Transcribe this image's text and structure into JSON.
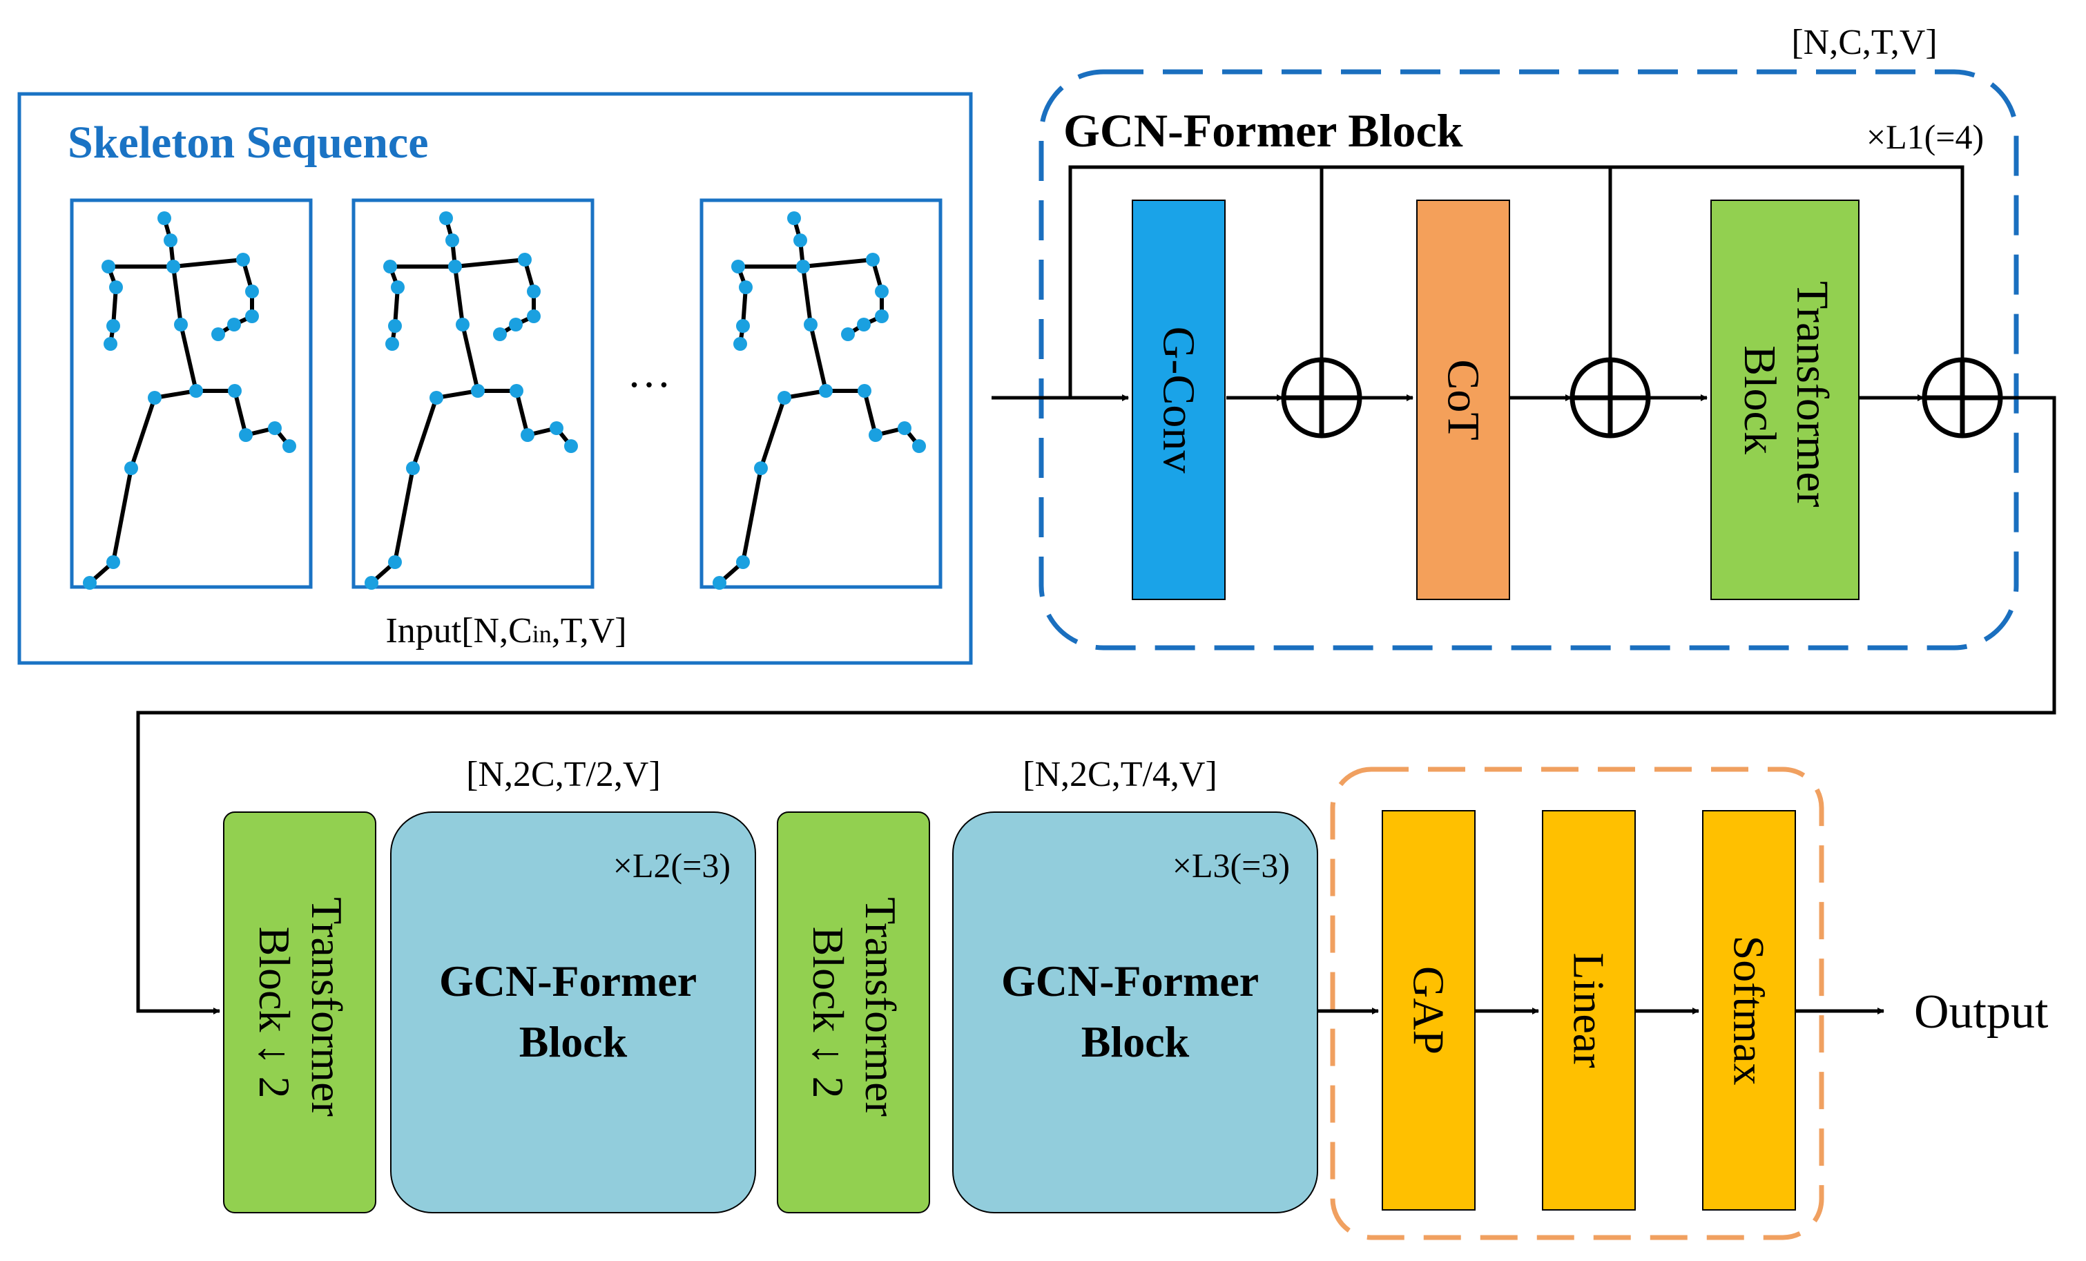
{
  "colors": {
    "panel_border": "#1a73c4",
    "gcn_block_border": "#1a6fbf",
    "head_border": "#f0a060",
    "joint": "#1aa0e0",
    "bone": "#000000",
    "gconv": "#1aa3e8",
    "cot": "#f4a05a",
    "transformer": "#92d050",
    "gcn_former": "#92cddc",
    "head_block": "#ffc000",
    "line": "#000000"
  },
  "input_panel": {
    "title": "Skeleton Sequence",
    "ellipsis": "…",
    "input_label_pre": "Input[N,C",
    "input_label_sub": "in",
    "input_label_post": ",T,V]",
    "frame_count": 3
  },
  "gcn_former_block": {
    "title": "GCN-Former Block",
    "shape": "[N,C,T,V]",
    "repeat": "×L1(=4)",
    "gconv": "G-Conv",
    "cot": "CoT",
    "transformer_line1": "Transformer",
    "transformer_line2": "Block"
  },
  "stage2": {
    "transformer_line1": "Transformer",
    "transformer_line2": "Block ↓ 2",
    "shape": "[N,2C,T/2,V]",
    "repeat": "×L2(=3)",
    "block_line1": "GCN-Former",
    "block_line2": "Block"
  },
  "stage3": {
    "transformer_line1": "Transformer",
    "transformer_line2": "Block ↓ 2",
    "shape": "[N,2C,T/4,V]",
    "repeat": "×L3(=3)",
    "block_line1": "GCN-Former",
    "block_line2": "Block"
  },
  "head": {
    "gap": "GAP",
    "linear": "Linear",
    "softmax": "Softmax",
    "output": "Output"
  }
}
